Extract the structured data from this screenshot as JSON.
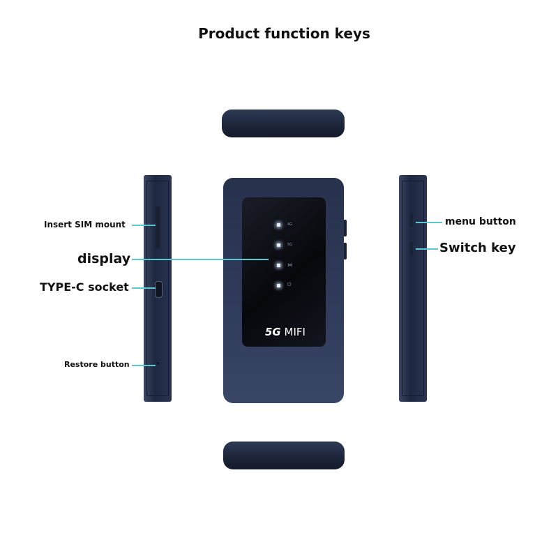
{
  "title": "Product function keys",
  "device": {
    "brand_text_5g": "5G",
    "brand_text_mifi": "MIFI",
    "indicators": [
      {
        "label": "4G",
        "icon": "signal-4g-icon"
      },
      {
        "label": "5G",
        "icon": "signal-5g-icon"
      },
      {
        "label": "",
        "icon": "wifi-icon"
      },
      {
        "label": "",
        "icon": "power-icon"
      }
    ]
  },
  "labels": {
    "sim": "Insert SIM mount",
    "display": "display",
    "typec": "TYPE-C socket",
    "restore": "Restore button",
    "menu": "menu button",
    "switch": "Switch key"
  },
  "colors": {
    "callout_line": "#5bc8cf",
    "device_body": "#2a3450"
  }
}
